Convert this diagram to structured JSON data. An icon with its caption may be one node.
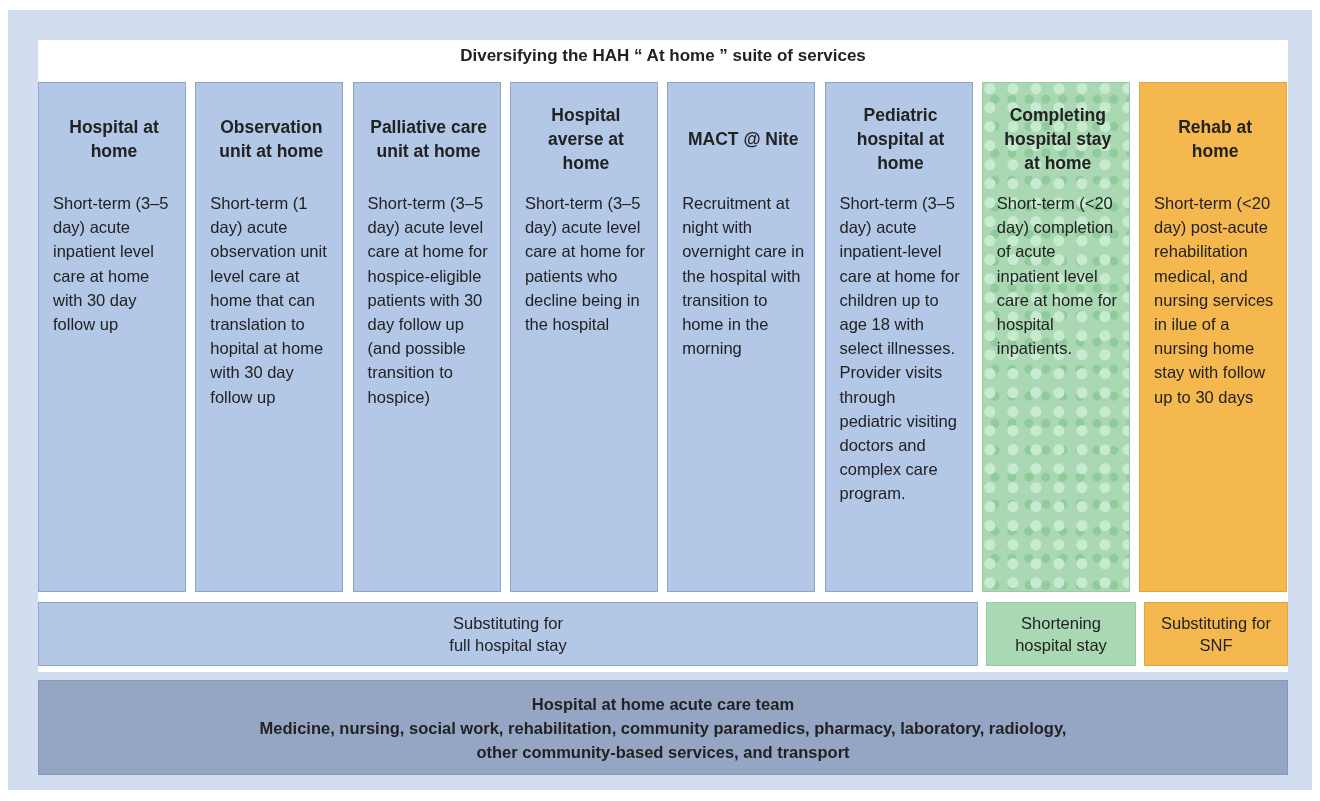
{
  "diagram": {
    "title": "Diversifying the HAH “ At home ” suite of services",
    "nodes": [
      {
        "text": [
          "Hospital at home",
          "Short-term (3–5 day) acute inpatient level care at home with 30 day follow up"
        ]
      },
      {
        "text": [
          "Observation unit at home",
          "Short-term (1 day) acute observation unit level care at home that can translation to hopital at home with 30 day follow up"
        ]
      },
      {
        "text": [
          "Palliative care unit at home",
          "Short-term (3–5 day) acute level care at home for hospice-eligible patients with 30 day follow up (and possible transition to hospice)"
        ]
      },
      {
        "text": [
          "Hospital averse at home",
          "Short-term (3–5 day) acute level care at home for patients who decline being in the hospital"
        ]
      },
      {
        "text": [
          "MACT @ Nite",
          "Recruitment at night with overnight care in the hospital with transition to home in the morning"
        ]
      },
      {
        "text": [
          "Pediatric hospital at home",
          "Short-term (3–5 day) acute inpatient-level care at home for children up to age 18 with select illnesses. Provider visits through pediatric visiting doctors and complex care program."
        ]
      },
      {
        "text": [
          "Completing hospital stay at home",
          "Short-term (<20 day) completion of acute inpatient level care at home for hospital inpatients."
        ]
      },
      {
        "text": [
          "Rehab at home",
          "Short-term (<20 day) post-acute rehabilitation medical, and nursing services in ilue of a nursing home stay with follow up to 30 days"
        ]
      },
      {
        "text": [
          "Substituting for full hospital stay"
        ]
      },
      {
        "text": [
          "Shortening hospital stay"
        ]
      },
      {
        "text": [
          "Substituting for SNF"
        ]
      },
      {
        "text": [
          "Hospital at home acute care team",
          "Medicine, nursing, social work, rehabilitation, community paramedics, pharmacy, laboratory, radiology, other community-based services, and transport"
        ]
      }
    ]
  }
}
